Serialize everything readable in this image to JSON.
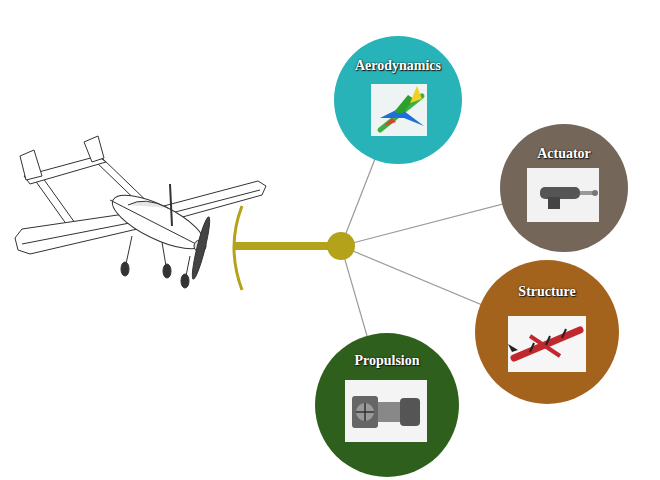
{
  "diagram": {
    "nodes": [
      {
        "text": [
          "Aerodynamics"
        ]
      },
      {
        "text": [
          "Actuator"
        ]
      },
      {
        "text": [
          "Structure"
        ]
      },
      {
        "text": [
          "Propulsion"
        ]
      }
    ]
  }
}
